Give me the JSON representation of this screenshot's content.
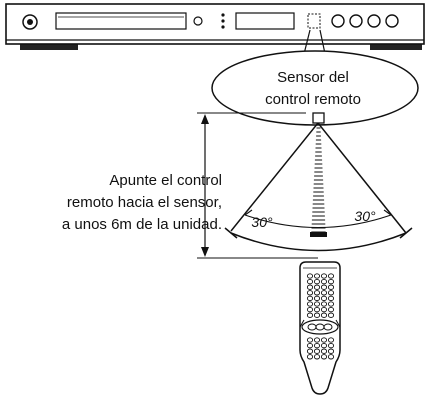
{
  "sensor_label": {
    "line1": "Sensor del",
    "line2": "control remoto"
  },
  "instruction": {
    "line1": "Apunte el control",
    "line2": "remoto hacia el sensor,",
    "line3": "a unos 6m de la unidad."
  },
  "angles": {
    "left": "30°",
    "right": "30°"
  },
  "icons": [
    "dvd-player",
    "remote-control",
    "sensor-window"
  ]
}
